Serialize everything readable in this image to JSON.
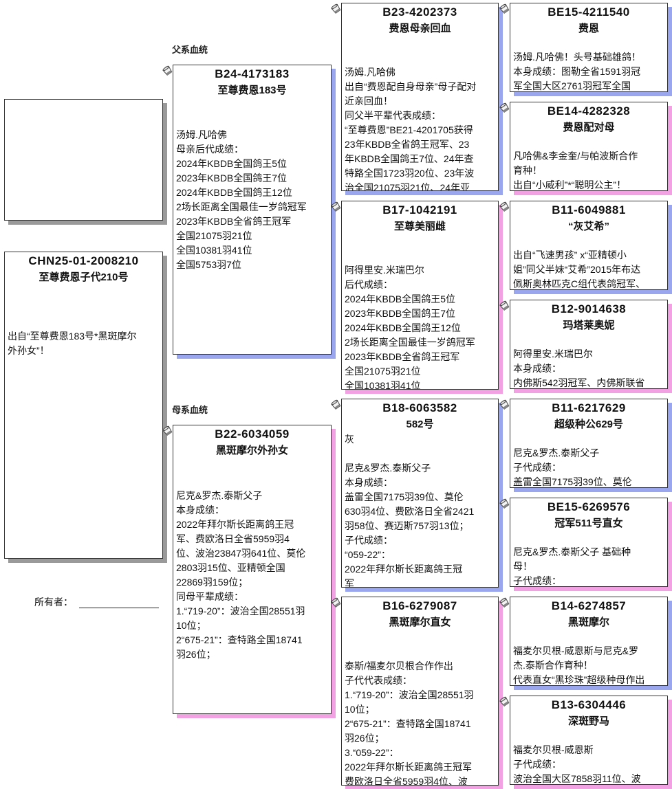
{
  "labels": {
    "sire_line": "父系血统",
    "dam_line": "母系血统",
    "owner": "所有者："
  },
  "colors": {
    "sire_shadow": "#9aa6ee",
    "dam_shadow": "#f2a2e2",
    "subject_shadow": "#9a9a9a"
  },
  "subject": {
    "id": "CHN25-01-2008210",
    "name": "至尊费恩子代210号",
    "body": "出自“至尊费恩183号*黑斑摩尔\n外孙女”！"
  },
  "sire": {
    "id": "B24-4173183",
    "name": "至尊费恩183号",
    "body": "汤姆.凡哈佛\n母亲后代成绩：\n2024年KBDB全国鸽王5位\n2023年KBDB全国鸽王7位\n2024年KBDB全国鸽王12位\n2场长距离全国最佳一岁鸽冠军\n2023年KBDB全省鸽王冠军\n全国21075羽21位\n全国10381羽41位\n全国5753羽7位"
  },
  "dam": {
    "id": "B22-6034059",
    "name": "黑斑摩尔外孙女",
    "body": "尼克&罗杰.泰斯父子\n本身成绩：\n2022年拜尔斯长距离鸽王冠\n军、费欧洛日全省5959羽4\n位、波治23847羽641位、莫伦\n2803羽15位、亚精顿全国\n22869羽159位；\n同母平辈成绩：\n1.“719-20”：波治全国28551羽\n10位；\n2“675-21”：查特路全国18741\n羽26位；"
  },
  "ss": {
    "id": "B23-4202373",
    "name": "费恩母亲回血",
    "body": "汤姆.凡哈佛\n出自“费恩配自身母亲”母子配对\n近亲回血！\n同父半平辈代表成绩：\n“至尊费恩”BE21-4201705获得\n23年KBDB全省鸽王冠军、23\n年KBDB全国鸽王7位、24年查\n特路全国1723羽20位、23年波\n治全国21075羽21位、24年亚"
  },
  "sd": {
    "id": "B17-1042191",
    "name": "至尊美丽雌",
    "body": "阿得里安.米瑞巴尔\n后代成绩：\n2024年KBDB全国鸽王5位\n2023年KBDB全国鸽王7位\n2024年KBDB全国鸽王12位\n2场长距离全国最佳一岁鸽冠军\n2023年KBDB全省鸽王冠军\n全国21075羽21位\n全国10381羽41位"
  },
  "ds": {
    "id": "B18-6063582",
    "name": "582号",
    "body": "灰\n\n尼克&罗杰.泰斯父子\n本身成绩：\n盖雷全国7175羽39位、莫伦\n630羽4位、费欧洛日全省2421\n羽58位、赛迈斯757羽13位；\n子代成绩：\n“059-22”：\n2022年拜尔斯长距离鸽王冠\n军"
  },
  "dd": {
    "id": "B16-6279087",
    "name": "黑斑摩尔直女",
    "body": "泰斯/福麦尔贝根合作作出\n子代代表成绩：\n1.“719-20”：波治全国28551羽\n10位；\n2“675-21”：查特路全国18741\n羽26位；\n3.“059-22”：\n2022年拜尔斯长距离鸽王冠军\n费欧洛日全省5959羽4位、波"
  },
  "sss": {
    "id": "BE15-4211540",
    "name": "费恩",
    "body": "汤姆.凡哈佛！头号基础雄鸽！\n本身成绩：图勒全省1591羽冠\n军全国大区2761羽冠军全国"
  },
  "ssd": {
    "id": "BE14-4282328",
    "name": "费恩配对母",
    "body": "凡哈佛&李金奎/与帕波斯合作\n育种！\n出自“小威利”*“聪明公主”！"
  },
  "sds": {
    "id": "B11-6049881",
    "name": "“灰艾希”",
    "body": "出自“飞速男孩” x“亚精顿小\n姐”同父半妹“艾希”2015年布达\n佩斯奥林匹克C组代表鸽冠军、"
  },
  "sdd": {
    "id": "B12-9014638",
    "name": "玛塔莱奥妮",
    "body": "阿得里安.米瑞巴尔\n本身成绩：\n内佛斯542羽冠军、内佛斯联省"
  },
  "dss": {
    "id": "B11-6217629",
    "name": "超级种公629号",
    "body": "尼克&罗杰.泰斯父子\n子代成绩：\n盖雷全国7175羽39位、莫伦"
  },
  "dsd": {
    "id": "BE15-6269576",
    "name": "冠军511号直女",
    "body": "尼克&罗杰.泰斯父子 基础种\n母！\n子代成绩："
  },
  "dds": {
    "id": "B14-6274857",
    "name": "黑斑摩尔",
    "body": "福麦尔贝根-威恩斯与尼克&罗\n杰.泰斯合作育种！\n代表直女“黑珍珠”超级种母作出"
  },
  "ddd": {
    "id": "B13-6304446",
    "name": "深斑野马",
    "body": "福麦尔贝根-威恩斯\n子代成绩：\n波治全国大区7858羽11位、波"
  }
}
